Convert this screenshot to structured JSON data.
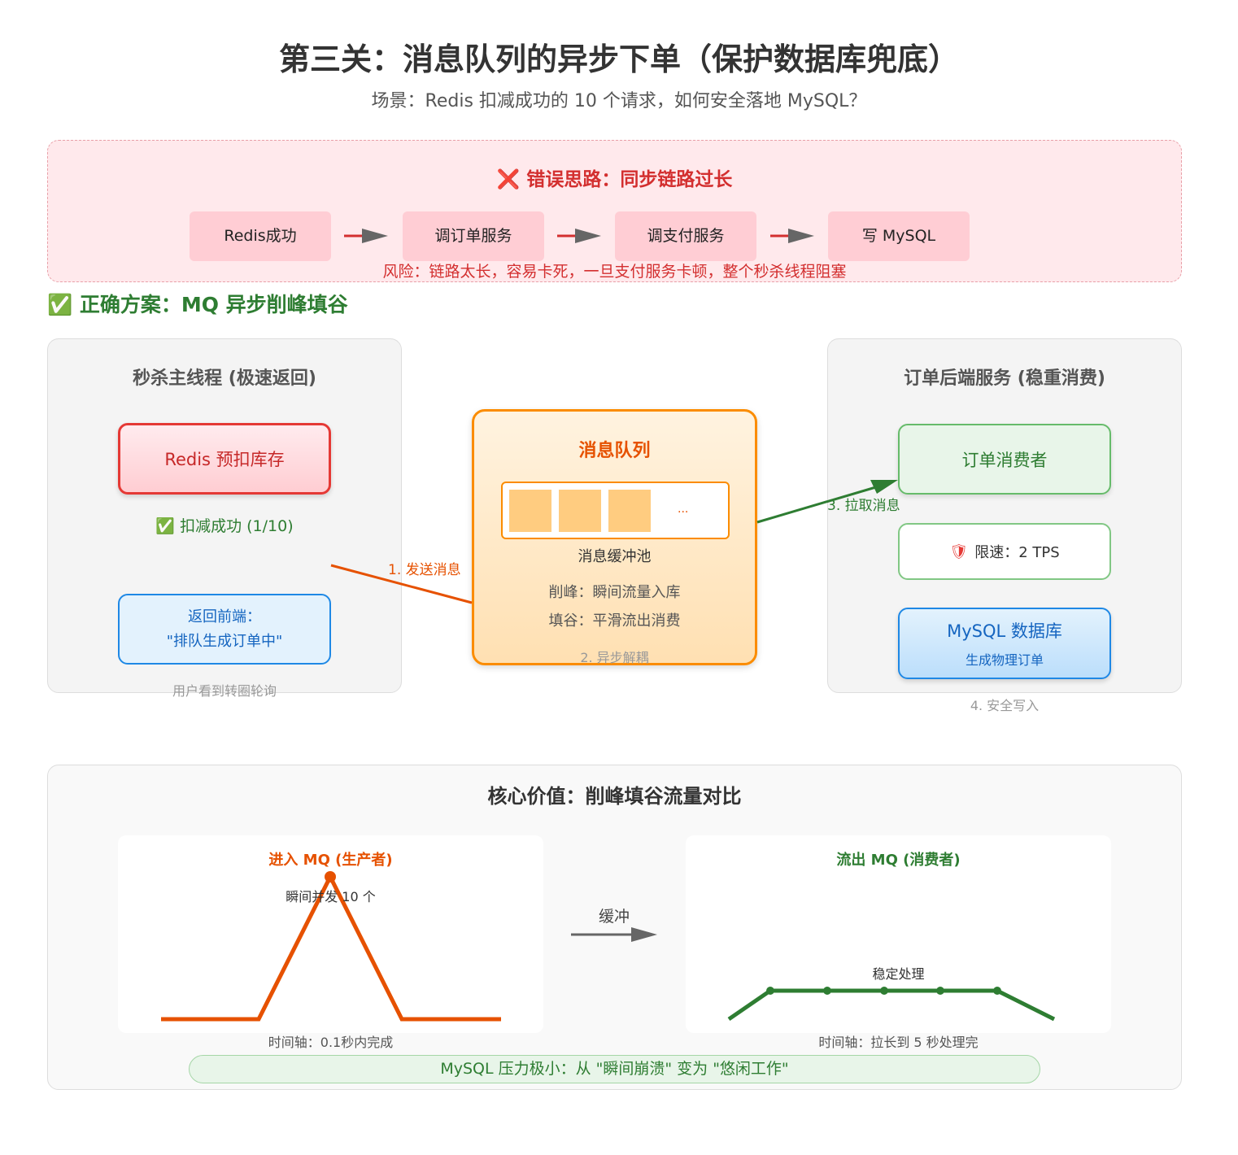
{
  "header": {
    "title": "第三关：消息队列的异步下单（保护数据库兜底）",
    "subtitle": "场景：Redis 扣减成功的 10 个请求，如何安全落地 MySQL？"
  },
  "wrong": {
    "title": "❌ 错误思路：同步链路过长",
    "steps": [
      "Redis成功",
      "调订单服务",
      "调支付服务",
      "写 MySQL"
    ],
    "risk": "风险：链路太长，容易卡死，一旦支付服务卡顿，整个秒杀线程阻塞"
  },
  "right": {
    "title": "✅ 正确方案：MQ 异步削峰填谷"
  },
  "main_thread": {
    "title": "秒杀主线程 (极速返回)",
    "redis": "Redis 预扣库存",
    "success": "✅ 扣减成功 (1/10)",
    "return_line1": "返回前端：",
    "return_line2": "\"排队生成订单中\"",
    "note": "用户看到转圈轮询"
  },
  "mq": {
    "title": "消息队列",
    "more": "...",
    "pool_label": "消息缓冲池",
    "peak": "削峰：瞬间流量入库",
    "valley": "填谷：平滑流出消费",
    "note": "2. 异步解耦"
  },
  "flow": {
    "send": "1. 发送消息",
    "pull": "3. 拉取消息",
    "write": "4. 安全写入"
  },
  "backend": {
    "title": "订单后端服务 (稳重消费)",
    "consumer": "订单消费者",
    "rate": "限速：2 TPS",
    "mysql": "MySQL 数据库",
    "mysql_sub": "生成物理订单"
  },
  "value": {
    "title": "核心价值：削峰填谷流量对比",
    "buffer": "缓冲",
    "in_title": "进入 MQ (生产者)",
    "in_label": "瞬间并发 10 个",
    "in_axis": "时间轴：0.1秒内完成",
    "out_title": "流出 MQ (消费者)",
    "out_label": "稳定处理",
    "out_axis": "时间轴：拉长到 5 秒处理完",
    "banner": "MySQL 压力极小：从 \"瞬间崩溃\" 变为 \"悠闲工作\""
  },
  "colors": {
    "red": "#d32f2f",
    "green": "#2e7d32",
    "orange": "#e65100",
    "blue": "#1565c0"
  }
}
